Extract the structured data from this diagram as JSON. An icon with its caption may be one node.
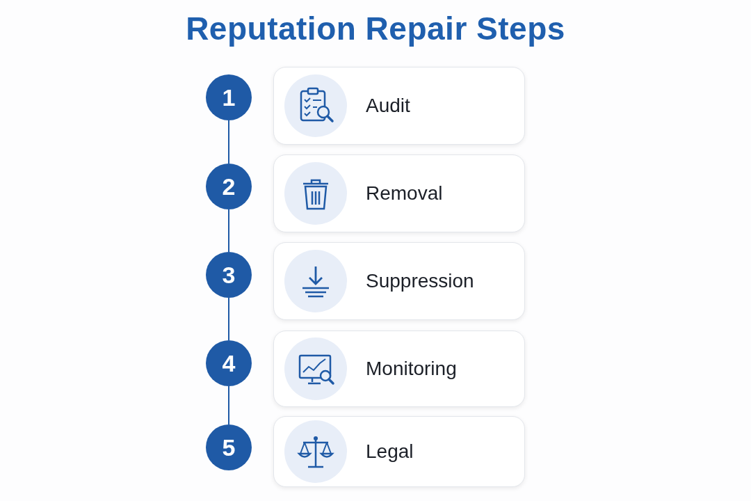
{
  "diagram": {
    "title": "Reputation Repair Steps",
    "nodes": [
      {
        "text": [
          "1"
        ]
      },
      {
        "text": [
          "Audit"
        ]
      },
      {
        "text": [
          "2"
        ]
      },
      {
        "text": [
          "Removal"
        ]
      },
      {
        "text": [
          "3"
        ]
      },
      {
        "text": [
          "Suppression"
        ]
      },
      {
        "text": [
          "4"
        ]
      },
      {
        "text": [
          "Monitoring"
        ]
      },
      {
        "text": [
          "5"
        ]
      },
      {
        "text": [
          "Legal"
        ]
      }
    ],
    "edges": [
      {
        "from": 0,
        "to": 2,
        "arrow": "none"
      },
      {
        "from": 2,
        "to": 4,
        "arrow": "none"
      },
      {
        "from": 4,
        "to": 6,
        "arrow": "none"
      },
      {
        "from": 6,
        "to": 8,
        "arrow": "none"
      }
    ]
  }
}
